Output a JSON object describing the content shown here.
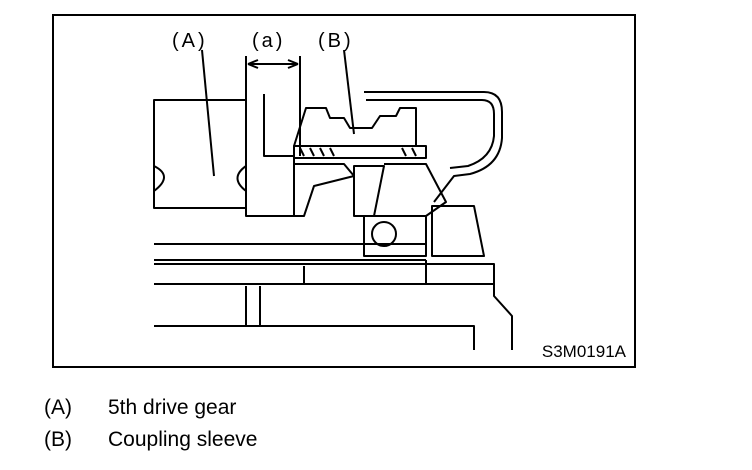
{
  "figure": {
    "callouts": {
      "a_upper": "(A)",
      "a_lower": "(a)",
      "b_upper": "(B)"
    },
    "figure_id": "S3M0191A"
  },
  "legend": {
    "items": [
      {
        "key": "(A)",
        "text": "5th drive gear"
      },
      {
        "key": "(B)",
        "text": "Coupling sleeve"
      }
    ]
  }
}
